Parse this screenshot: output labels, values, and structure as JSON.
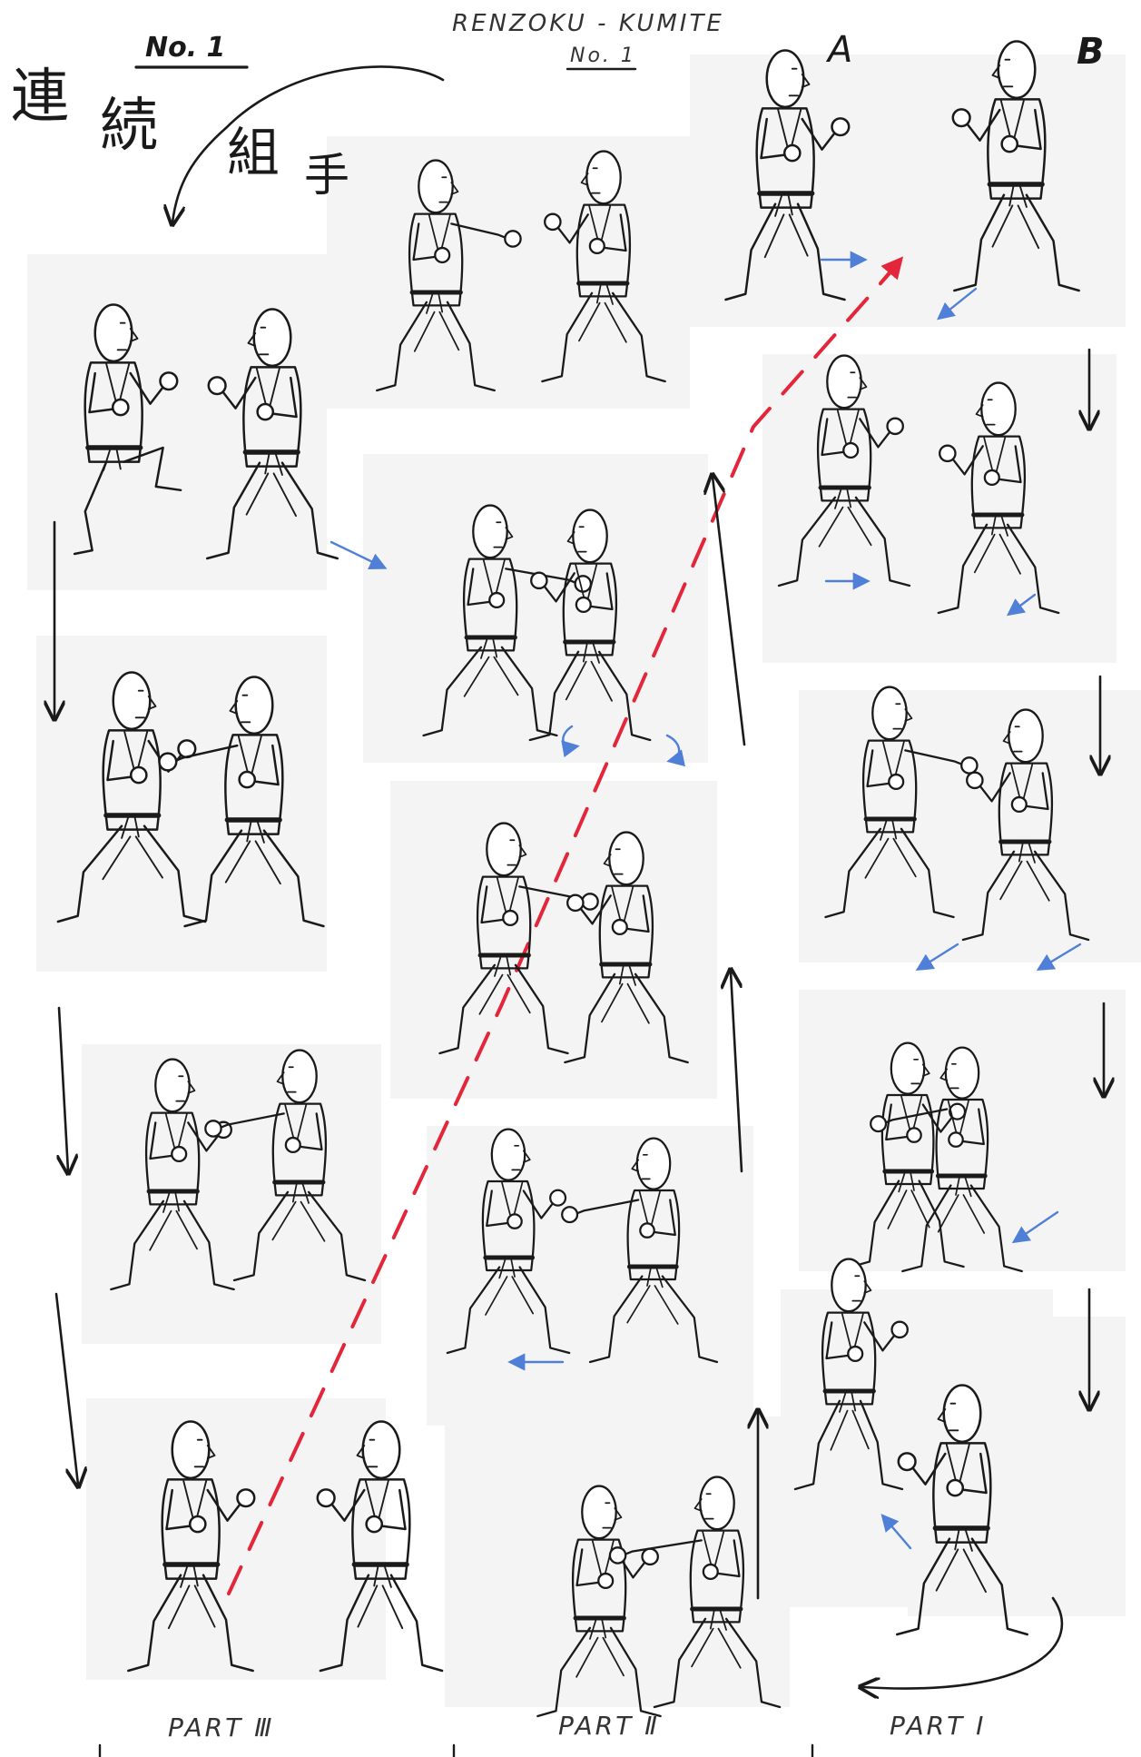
{
  "sheet": {
    "title": "RENZOKU - KUMITE",
    "subtitle": "No. 1",
    "corner_number": "No. 1",
    "kanji": [
      "連",
      "続",
      "組",
      "手"
    ],
    "fighter_labels": {
      "a": "A",
      "b": "B"
    },
    "parts": [
      "PART Ⅲ",
      "PART Ⅱ",
      "PART Ⅰ"
    ]
  },
  "colors": {
    "ink": "#1a1a1a",
    "footwork_arrow": "#4f7fd6",
    "path_line": "#e3263a",
    "paper": "#ffffff",
    "grid": "#f4f4f4"
  },
  "icons": [
    "flow-arrow",
    "footwork-arrow",
    "red-dashed-path"
  ]
}
